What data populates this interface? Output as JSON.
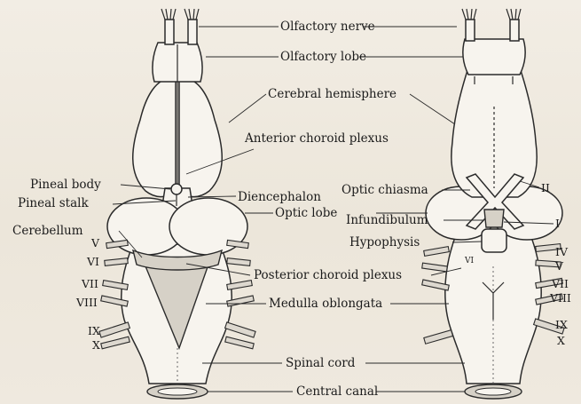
{
  "labels": {
    "olfactory_nerve": "Olfactory nerve",
    "olfactory_lobe": "Olfactory lobe",
    "cerebral_hemisphere": "Cerebral hemisphere",
    "anterior_choroid_plexus": "Anterior choroid plexus",
    "pineal_body": "Pineal body",
    "pineal_stalk": "Pineal stalk",
    "diencephalon": "Diencephalon",
    "optic_chiasma": "Optic chiasma",
    "optic_lobe": "Optic lobe",
    "infundibulum": "Infundibulum",
    "hypophysis": "Hypophysis",
    "cerebellum": "Cerebellum",
    "posterior_choroid_plexus": "Posterior  choroid plexus",
    "medulla_oblongata": "Medulla oblongata",
    "spinal_cord": "Spinal cord",
    "central_canal": "Central canal"
  },
  "dorsal_nerves": [
    "V",
    "VI",
    "VII",
    "VIII",
    "IX",
    "X"
  ],
  "ventral_nerves": {
    "ii": "II",
    "i": "I",
    "iv": "IV",
    "vi_inner": "VI",
    "v": "V",
    "vii": "VII",
    "viii": "VIII",
    "ix": "IX",
    "x": "X"
  }
}
